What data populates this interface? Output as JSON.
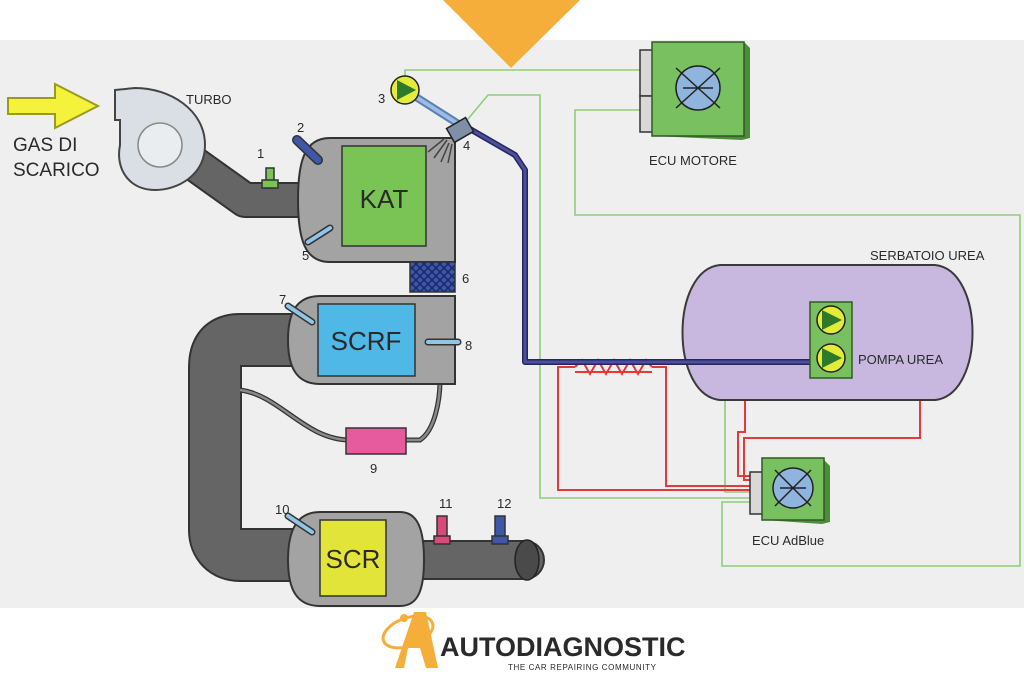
{
  "labels": {
    "gas": "GAS DI\nSCARICO",
    "turbo": "TURBO",
    "kat": "KAT",
    "scrf": "SCRF",
    "scr": "SCR",
    "ecu_motore": "ECU MOTORE",
    "serbatoio": "SERBATOIO UREA",
    "pompa": "POMPA UREA",
    "ecu_adblue": "ECU AdBlue"
  },
  "numbers": [
    "1",
    "2",
    "3",
    "4",
    "5",
    "6",
    "7",
    "8",
    "9",
    "10",
    "11",
    "12"
  ],
  "logo": {
    "text": "AUTODIAGNOSTIC",
    "tagline": "THE CAR REPAIRING COMMUNITY"
  },
  "colors": {
    "background_band": "#efefef",
    "orange": "#f5ae3a",
    "pipe": "#656565",
    "pipe_outline": "#333333",
    "catalyst_body": "#a3a3a3",
    "kat": "#7ac456",
    "scrf": "#4fb8e7",
    "scr": "#e2e43a",
    "ecu": "#79c060",
    "tank": "#c8b8e0",
    "filter": "#e55b9e",
    "wire_green": "#8fcc7a",
    "wire_red": "#e53a3a",
    "urea_line": "#3a3d8a",
    "arrow_yellow": "#f4f23a"
  }
}
